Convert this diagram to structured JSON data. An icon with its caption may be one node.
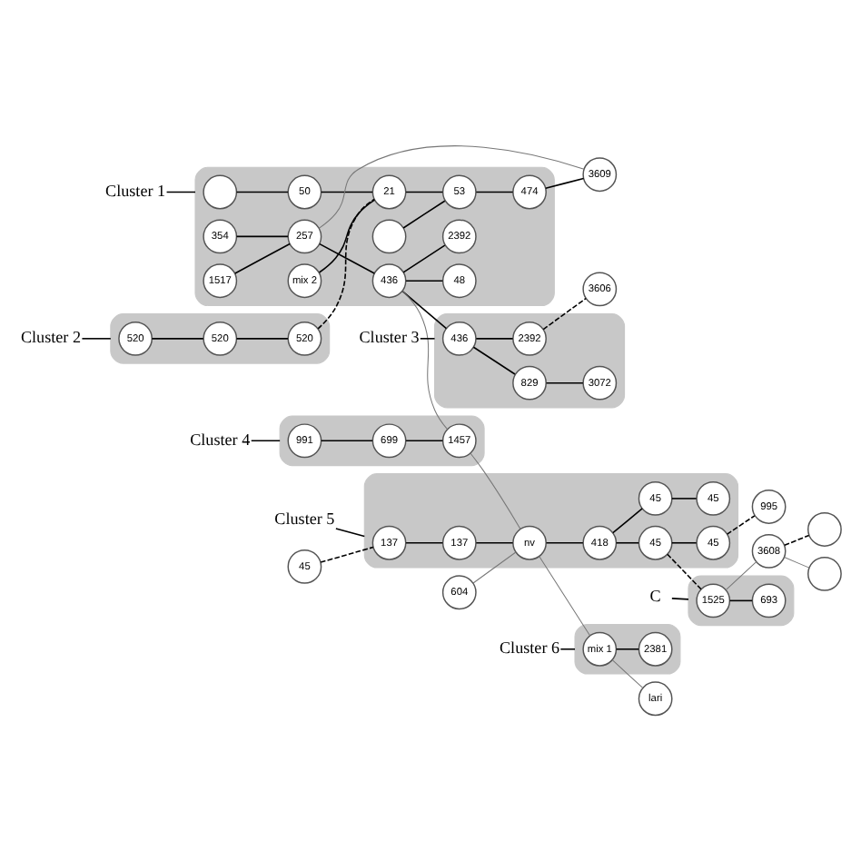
{
  "diagram": {
    "nodes": [
      {
        "text": [],
        "shape": "band"
      },
      {
        "text": [],
        "shape": "circle",
        "in": 0
      },
      {
        "text": [
          "50"
        ],
        "in": 0
      },
      {
        "text": [
          "mix 2"
        ],
        "in": 0
      },
      {
        "text": [
          "21"
        ],
        "in": 0
      },
      {
        "text": [],
        "shape": "circle",
        "in": 0
      },
      {
        "text": [
          "53"
        ],
        "in": 0
      },
      {
        "text": [
          "474"
        ],
        "in": 0
      },
      {
        "text": [
          "354"
        ],
        "in": 0
      },
      {
        "text": [
          "1517"
        ],
        "in": 0
      },
      {
        "text": [
          "257"
        ],
        "in": 0
      },
      {
        "text": [
          "436"
        ],
        "in": 0
      },
      {
        "text": [
          "2392"
        ],
        "in": 0
      },
      {
        "text": [
          "48"
        ],
        "in": 0
      },
      {
        "text": [],
        "shape": "band"
      },
      {
        "text": [
          "520"
        ],
        "in": 14
      },
      {
        "text": [
          "520"
        ],
        "in": 14
      },
      {
        "text": [
          "520"
        ],
        "in": 14
      },
      {
        "text": [
          "3609"
        ]
      },
      {
        "text": [],
        "shape": "band"
      },
      {
        "text": [
          "436"
        ],
        "in": 19
      },
      {
        "text": [
          "2392"
        ],
        "in": 19
      },
      {
        "text": [
          "829"
        ],
        "in": 19
      },
      {
        "text": [
          "3072"
        ],
        "in": 19
      },
      {
        "text": [
          "3606"
        ]
      },
      {
        "text": [],
        "shape": "band"
      },
      {
        "text": [
          "991"
        ],
        "in": 25
      },
      {
        "text": [
          "699"
        ],
        "in": 25
      },
      {
        "text": [
          "1457"
        ],
        "in": 25
      },
      {
        "text": [
          "604"
        ]
      },
      {
        "text": [
          "45"
        ]
      },
      {
        "text": [],
        "shape": "band"
      },
      {
        "text": [
          "137"
        ],
        "in": 31
      },
      {
        "text": [
          "137"
        ],
        "in": 31
      },
      {
        "text": [
          "nv"
        ],
        "in": 31
      },
      {
        "text": [
          "418"
        ],
        "in": 31
      },
      {
        "text": [
          "45"
        ],
        "in": 31
      },
      {
        "text": [
          "45"
        ],
        "in": 31
      },
      {
        "text": [
          "45"
        ],
        "in": 31
      },
      {
        "text": [
          "45"
        ],
        "in": 31
      },
      {
        "text": [
          "995"
        ]
      },
      {
        "text": [],
        "shape": "band"
      },
      {
        "text": [
          "1525"
        ],
        "in": 41
      },
      {
        "text": [
          "693"
        ],
        "in": 41
      },
      {
        "text": [
          "3608"
        ]
      },
      {
        "text": [],
        "shape": "circle"
      },
      {
        "text": [],
        "shape": "circle"
      },
      {
        "text": [],
        "shape": "band"
      },
      {
        "text": [
          "mix 1"
        ],
        "in": 47
      },
      {
        "text": [
          "2381"
        ],
        "in": 47
      },
      {
        "text": [
          "lari"
        ]
      },
      {
        "text": [
          "Cluster 2"
        ]
      },
      {
        "text": [
          "Cluster 1"
        ]
      },
      {
        "text": [
          "Cluster 4"
        ]
      },
      {
        "text": [
          "Cluster 5"
        ]
      },
      {
        "text": [
          "C"
        ]
      },
      {
        "text": [
          "Cluster 6"
        ]
      },
      {
        "text": [
          "Cluster 3"
        ]
      }
    ],
    "edges": [
      {
        "from": 1,
        "to": 2,
        "arrow": "none"
      },
      {
        "from": 2,
        "to": 4,
        "arrow": "none"
      },
      {
        "from": 15,
        "to": 16,
        "arrow": "none"
      },
      {
        "from": 16,
        "to": 17,
        "arrow": "none"
      },
      {
        "from": 17,
        "to": 4,
        "arrow": "none",
        "style": "dashed"
      },
      {
        "from": 3,
        "to": 4,
        "arrow": "none"
      },
      {
        "from": 4,
        "to": 6,
        "arrow": "none"
      },
      {
        "from": 5,
        "to": 6,
        "arrow": "none"
      },
      {
        "from": 6,
        "to": 7,
        "arrow": "none"
      },
      {
        "from": 7,
        "to": 18,
        "arrow": "none"
      },
      {
        "from": 18,
        "to": 10,
        "arrow": "none",
        "color": "#777777"
      },
      {
        "from": 8,
        "to": 10,
        "arrow": "none"
      },
      {
        "from": 9,
        "to": 10,
        "arrow": "none"
      },
      {
        "from": 10,
        "to": 11,
        "arrow": "none"
      },
      {
        "from": 11,
        "to": 12,
        "arrow": "none"
      },
      {
        "from": 11,
        "to": 13,
        "arrow": "none"
      },
      {
        "from": 11,
        "to": 20,
        "arrow": "none"
      },
      {
        "from": 11,
        "to": 28,
        "arrow": "none",
        "color": "#777777"
      },
      {
        "from": 20,
        "to": 21,
        "arrow": "none"
      },
      {
        "from": 20,
        "to": 22,
        "arrow": "none"
      },
      {
        "from": 22,
        "to": 23,
        "arrow": "none"
      },
      {
        "from": 21,
        "to": 24,
        "arrow": "none",
        "style": "dashed"
      },
      {
        "from": 26,
        "to": 27,
        "arrow": "none"
      },
      {
        "from": 27,
        "to": 28,
        "arrow": "none"
      },
      {
        "from": 28,
        "to": 34,
        "arrow": "none",
        "color": "#777777"
      },
      {
        "from": 29,
        "to": 34,
        "arrow": "none",
        "color": "#777777"
      },
      {
        "from": 30,
        "to": 32,
        "arrow": "none",
        "style": "dashed"
      },
      {
        "from": 32,
        "to": 33,
        "arrow": "none"
      },
      {
        "from": 33,
        "to": 34,
        "arrow": "none"
      },
      {
        "from": 34,
        "to": 35,
        "arrow": "none"
      },
      {
        "from": 35,
        "to": 36,
        "arrow": "none"
      },
      {
        "from": 36,
        "to": 37,
        "arrow": "none"
      },
      {
        "from": 35,
        "to": 38,
        "arrow": "none"
      },
      {
        "from": 38,
        "to": 39,
        "arrow": "none"
      },
      {
        "from": 39,
        "to": 40,
        "arrow": "none",
        "style": "dashed"
      },
      {
        "from": 38,
        "to": 42,
        "arrow": "none",
        "style": "dashed"
      },
      {
        "from": 42,
        "to": 43,
        "arrow": "none"
      },
      {
        "from": 42,
        "to": 44,
        "arrow": "none",
        "color": "#777777"
      },
      {
        "from": 44,
        "to": 45,
        "arrow": "none",
        "style": "dashed"
      },
      {
        "from": 44,
        "to": 46,
        "arrow": "none",
        "color": "#777777"
      },
      {
        "from": 34,
        "to": 48,
        "arrow": "none",
        "color": "#777777"
      },
      {
        "from": 48,
        "to": 49,
        "arrow": "none"
      },
      {
        "from": 48,
        "to": 50,
        "arrow": "none",
        "color": "#777777"
      },
      {
        "from": 51,
        "to": 14,
        "arrow": "none"
      },
      {
        "from": 52,
        "to": 0,
        "arrow": "none"
      },
      {
        "from": 53,
        "to": 25,
        "arrow": "none"
      },
      {
        "from": 54,
        "to": 31,
        "arrow": "none"
      },
      {
        "from": 55,
        "to": 41,
        "arrow": "none"
      },
      {
        "from": 56,
        "to": 47,
        "arrow": "none"
      },
      {
        "from": 57,
        "to": 19,
        "arrow": "none"
      }
    ]
  }
}
